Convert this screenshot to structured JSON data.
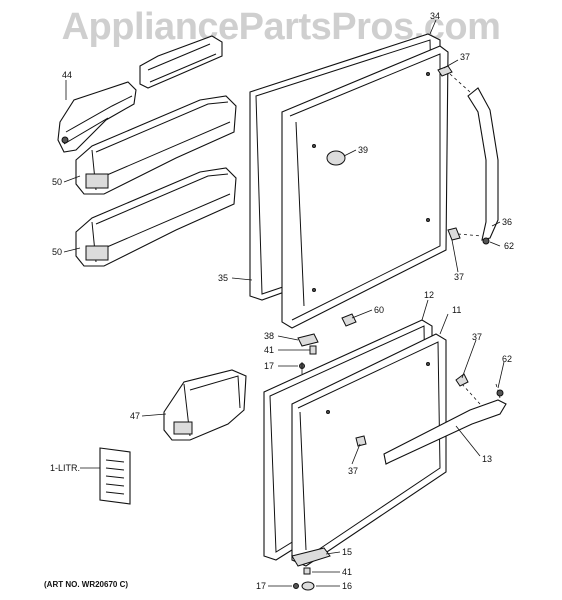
{
  "diagram": {
    "watermark": "AppliancePartsPros.com",
    "art_number": "(ART NO. WR20670 C)",
    "callouts": {
      "c34": "34",
      "c37_top": "37",
      "c44": "44",
      "c50_a": "50",
      "c50_b": "50",
      "c39": "39",
      "c36": "36",
      "c62_top": "62",
      "c35": "35",
      "c37_mid": "37",
      "c60": "60",
      "c12": "12",
      "c11": "11",
      "c38": "38",
      "c41_top": "41",
      "c17_top": "17",
      "c37_right": "37",
      "c62_low": "62",
      "c47": "47",
      "c1litr": "1-LITR.",
      "c37_low": "37",
      "c13": "13",
      "c15": "15",
      "c41_bot": "41",
      "c17_bot": "17",
      "c16": "16"
    }
  }
}
